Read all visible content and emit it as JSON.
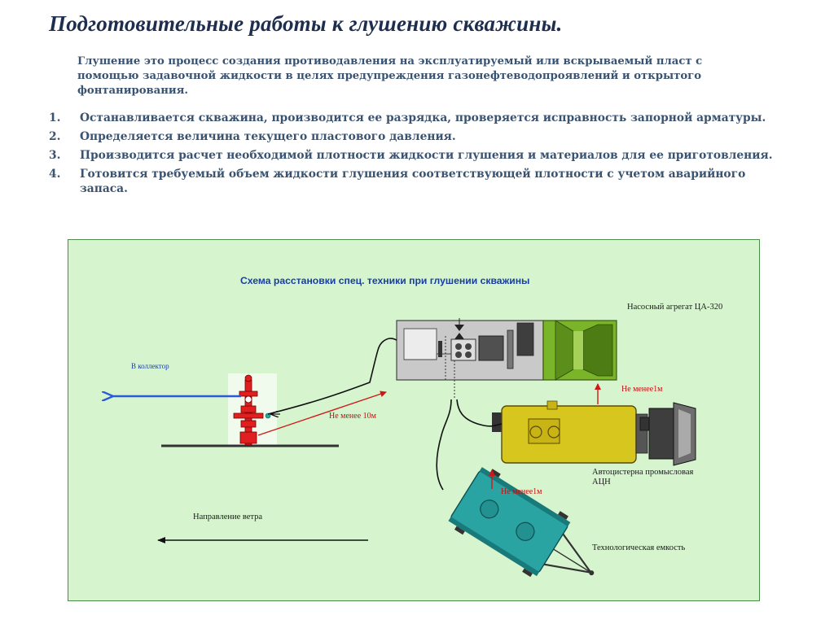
{
  "title": "Подготовительные работы к глушению скважины.",
  "intro": "Глушение это процесс создания противодавления на эксплуатируемый или вскрываемый пласт с помощью задавочной жидкости в целях предупреждения газонефтеводопроявлений и открытого фонтанирования.",
  "steps": [
    {
      "num": "1.",
      "text": "Останавливается скважина, производится ее разрядка, проверяется исправность запорной арматуры."
    },
    {
      "num": "2.",
      "text": "Определяется величина текущего пластового давления."
    },
    {
      "num": "3.",
      "text": "Производится расчет необходимой плотности жидкости глушения и материалов для ее приготовления."
    },
    {
      "num": "4.",
      "text": "Готовится требуемый объем жидкости глушения соответствующей плотности с учетом аварийного запаса."
    }
  ],
  "scheme": {
    "title": "Схема расстановки спец. техники при глушении скважины",
    "labels": {
      "collector": "В коллектор",
      "pump_unit": "Насосный агрегат ЦА-320",
      "tank_truck_line1": "Автоцистерна промысловая",
      "tank_truck_line2": "АЦН",
      "tech_tank": "Технологическая емкость",
      "wind": "Направление ветра",
      "dist_10m": "Не менее 10м",
      "dist_1m_pump": "Не менее1м",
      "dist_1m_tank": "Не менее1м"
    },
    "colors": {
      "background": "#d6f5cf",
      "title_text": "#1a3ea0",
      "arrow_red": "#d01818",
      "arrow_blue": "#2a5ad8",
      "pump_body": "#c8c8c8",
      "cab_green": "#7ab428",
      "tank_yellow": "#d7c61e",
      "tech_tank_teal": "#2aa3a3",
      "wellhead_red": "#e02020"
    }
  }
}
